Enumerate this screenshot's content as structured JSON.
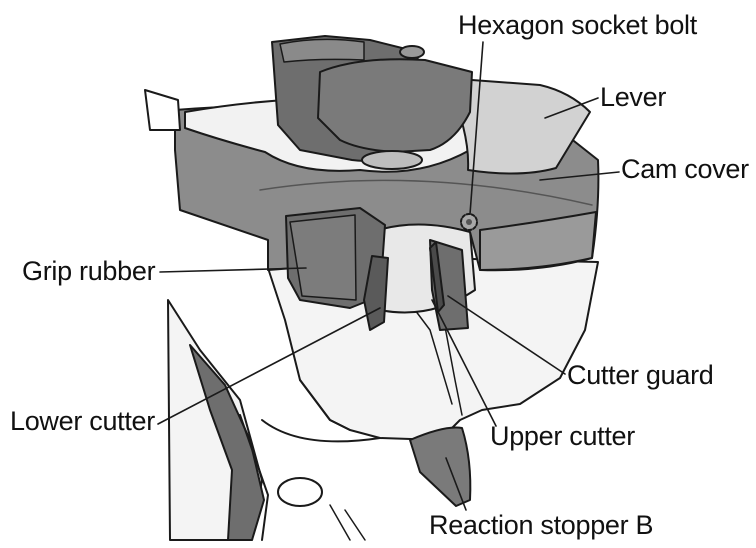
{
  "labels": {
    "hexagon_socket_bolt": "Hexagon socket bolt",
    "lever": "Lever",
    "cam_cover": "Cam cover",
    "grip_rubber": "Grip rubber",
    "cutter_guard": "Cutter guard",
    "lower_cutter": "Lower cutter",
    "upper_cutter": "Upper cutter",
    "reaction_stopper_b": "Reaction stopper B"
  },
  "colors": {
    "ink": "#1a1a1a",
    "dark_part": "#6e6e6e",
    "mid_part": "#8c8c8c",
    "light_part": "#cfcfcf",
    "body": "#f4f4f4"
  }
}
